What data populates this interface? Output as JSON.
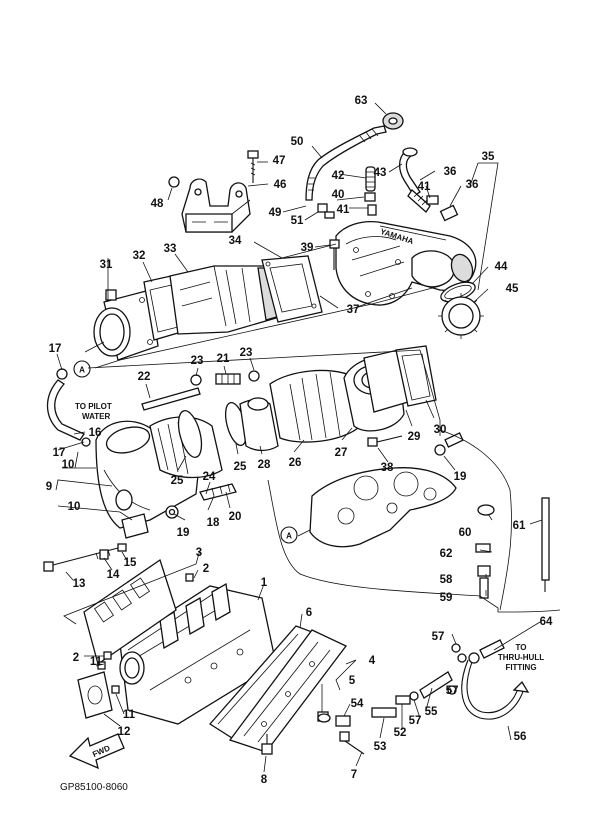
{
  "diagram": {
    "code": "GP85100-8060",
    "notes": {
      "pilot_water": [
        "TO PILOT",
        "WATER"
      ],
      "thru_hull": [
        "TO",
        "THRU-HULL",
        "FITTING"
      ],
      "fwd": "FWD",
      "brand": "YAMAHA",
      "ref_a": "A"
    },
    "callouts": {
      "c1": "1",
      "c2a": "2",
      "c2b": "2",
      "c3": "3",
      "c4": "4",
      "c5": "5",
      "c6": "6",
      "c7": "7",
      "c8": "8",
      "c9": "9",
      "c10a": "10",
      "c10b": "10",
      "c11a": "11",
      "c11b": "11",
      "c12": "12",
      "c13": "13",
      "c14": "14",
      "c15": "15",
      "c16": "16",
      "c17a": "17",
      "c17b": "17",
      "c18": "18",
      "c19a": "19",
      "c19b": "19",
      "c20": "20",
      "c21": "21",
      "c22": "22",
      "c23a": "23",
      "c23b": "23",
      "c24": "24",
      "c25a": "25",
      "c25b": "25",
      "c26": "26",
      "c27": "27",
      "c28": "28",
      "c29": "29",
      "c30": "30",
      "c31": "31",
      "c32": "32",
      "c33": "33",
      "c34": "34",
      "c35": "35",
      "c36a": "36",
      "c36b": "36",
      "c37": "37",
      "c38": "38",
      "c39": "39",
      "c40": "40",
      "c41a": "41",
      "c41b": "41",
      "c42": "42",
      "c43": "43",
      "c44": "44",
      "c45": "45",
      "c46": "46",
      "c47": "47",
      "c48": "48",
      "c49": "49",
      "c50": "50",
      "c51": "51",
      "c52": "52",
      "c53": "53",
      "c54": "54",
      "c55": "55",
      "c56": "56",
      "c57a": "57",
      "c57b": "57",
      "c57c": "57",
      "c58": "58",
      "c59": "59",
      "c60": "60",
      "c61": "61",
      "c62": "62",
      "c63": "63",
      "c64": "64"
    }
  }
}
